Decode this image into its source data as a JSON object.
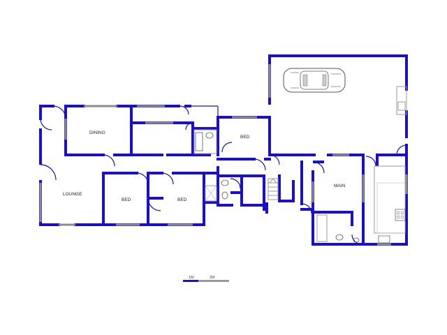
{
  "rooms": {
    "dining": "DINING",
    "bed_top": "BED",
    "lounge": "LOUNGE",
    "bed_left": "BED",
    "bed_mid": "BED",
    "main": "MAIN"
  },
  "scale": {
    "label_1": "1M",
    "label_2": "2M"
  },
  "colors": {
    "wall": "#1a10c8",
    "window": "#8c8c8c"
  },
  "icons": [
    "car-icon",
    "toilet-icon",
    "bath-icon",
    "basin-icon",
    "sink-icon",
    "stove-icon"
  ]
}
